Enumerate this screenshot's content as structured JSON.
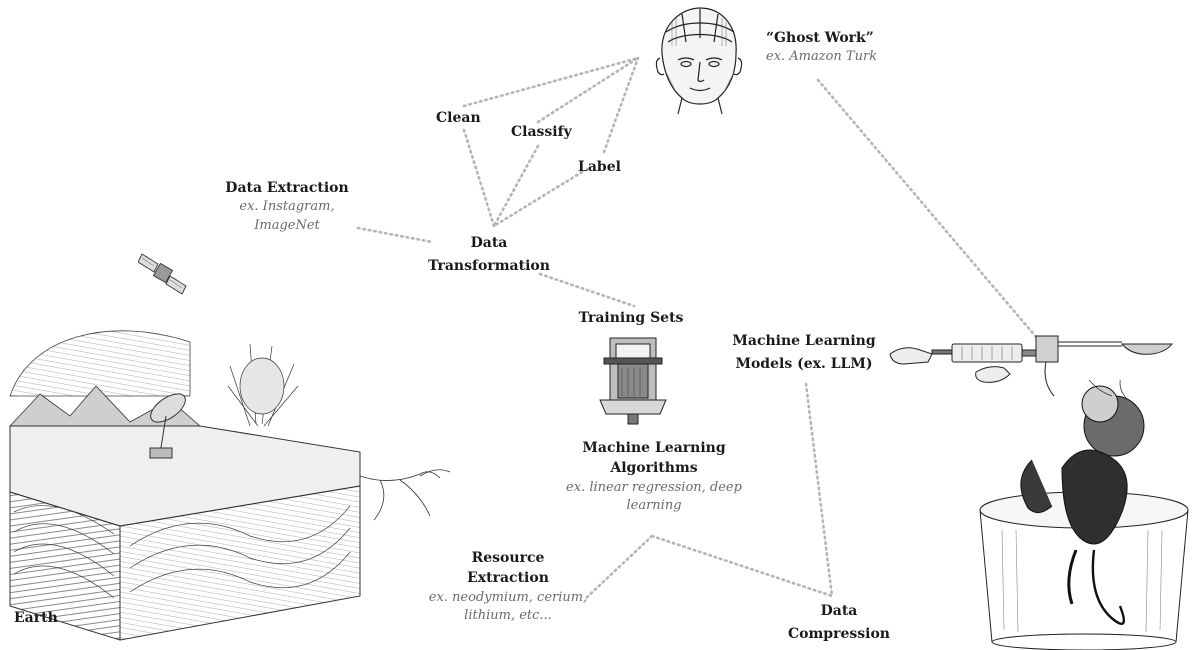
{
  "nodes": {
    "ghost_work": {
      "title": "“Ghost Work”",
      "sub": "ex. Amazon Turk"
    },
    "clean": {
      "title": "Clean"
    },
    "classify": {
      "title": "Classify"
    },
    "label": {
      "title": "Label"
    },
    "data_extraction": {
      "title": "Data Extraction",
      "sub1": "ex. Instagram,",
      "sub2": "ImageNet"
    },
    "data_transformation": {
      "title1": "Data",
      "title2": "Transformation"
    },
    "training_sets": {
      "title": "Training Sets"
    },
    "ml_models": {
      "title1": "Machine Learning",
      "title2": "Models (ex. LLM)"
    },
    "ml_algorithms": {
      "title1": "Machine Learning",
      "title2": "Algorithms",
      "sub1": "ex. linear regression, deep",
      "sub2": "learning"
    },
    "resource_extraction": {
      "title1": "Resource",
      "title2": "Extraction",
      "sub1": "ex. neodymium, cerium,",
      "sub2": "lithium, etc..."
    },
    "data_compression": {
      "title1": "Data",
      "title2": "Compression"
    },
    "earth": {
      "title": "Earth"
    }
  },
  "illustrations": {
    "head": "phrenology-head-engraving",
    "satellite": "satellite-engraving",
    "earth_block": "geological-earth-cross-section-engraving",
    "piston": "piston-cylinder-engraving",
    "syringe": "hands-with-syringe-engraving",
    "jar": "monkey-in-glass-jar-engraving"
  },
  "colors": {
    "connector": "#b5b5b5",
    "text": "#1a1a1a",
    "subtext": "#6b6b6b"
  }
}
